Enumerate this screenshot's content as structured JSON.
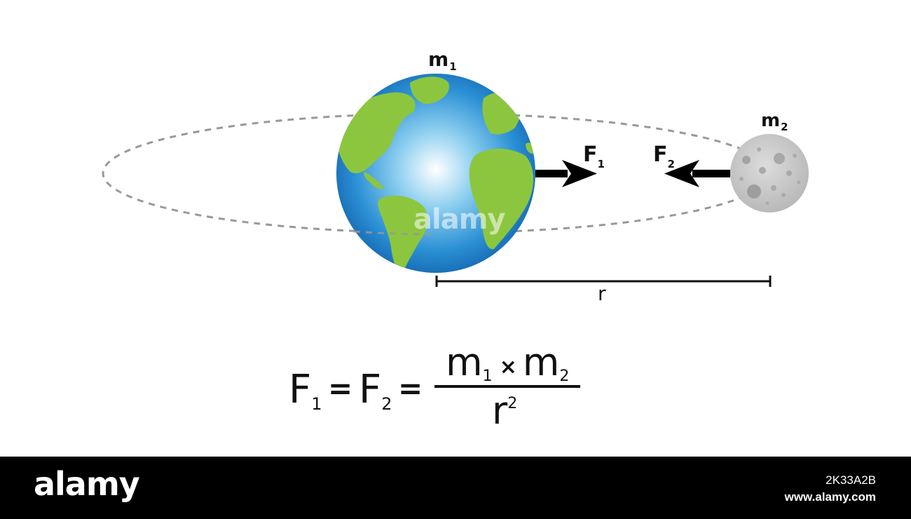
{
  "labels": {
    "m1": "m",
    "m1_sub": "1",
    "m2": "m",
    "m2_sub": "2",
    "f1": "F",
    "f1_sub": "1",
    "f2": "F",
    "f2_sub": "2",
    "r": "r"
  },
  "formula": {
    "lhs_f1": "F",
    "lhs_f1_sub": "1",
    "eq1": "=",
    "lhs_f2": "F",
    "lhs_f2_sub": "2",
    "eq2": "=",
    "num_m1": "m",
    "num_m1_sub": "1",
    "times": "×",
    "num_m2": "m",
    "num_m2_sub": "2",
    "den_r": "r",
    "den_exp": "2"
  },
  "watermark": "alamy",
  "footer": {
    "logo": "alamy",
    "image_id": "2K33A2B",
    "url": "www.alamy.com"
  },
  "colors": {
    "ocean": "#1a7ac4",
    "land": "#8cc63f",
    "moon": "#c8c8c8",
    "orbit": "#999999",
    "arrow": "#000000"
  }
}
